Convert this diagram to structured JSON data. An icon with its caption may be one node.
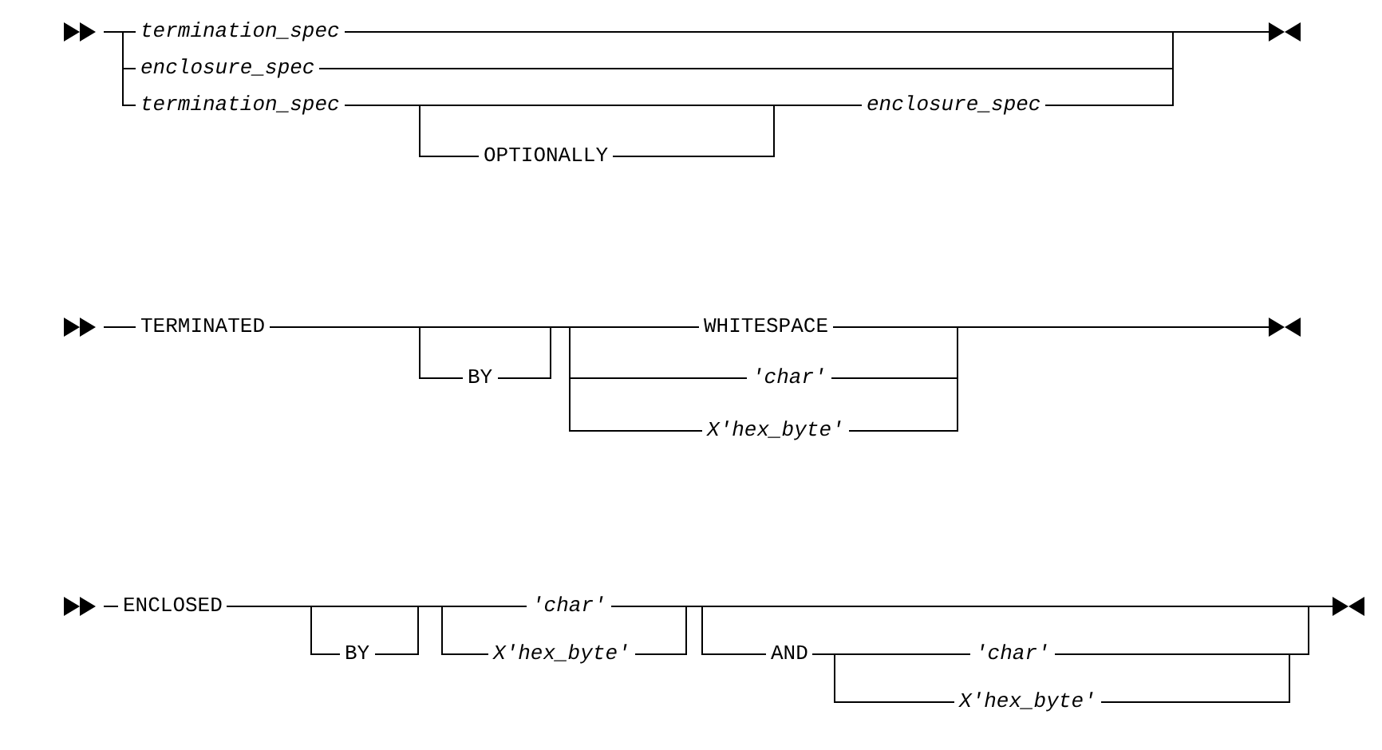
{
  "diagram": {
    "labels": [
      "termination_spec",
      "enclosure_spec",
      "termination_spec",
      "OPTIONALLY",
      "enclosure_spec",
      "TERMINATED",
      "BY",
      "WHITESPACE",
      "'char'",
      "X'hex_byte'",
      "ENCLOSED",
      "'char'",
      "BY",
      "X'hex_byte'",
      "AND",
      "'char'",
      "X'hex_byte'"
    ]
  }
}
